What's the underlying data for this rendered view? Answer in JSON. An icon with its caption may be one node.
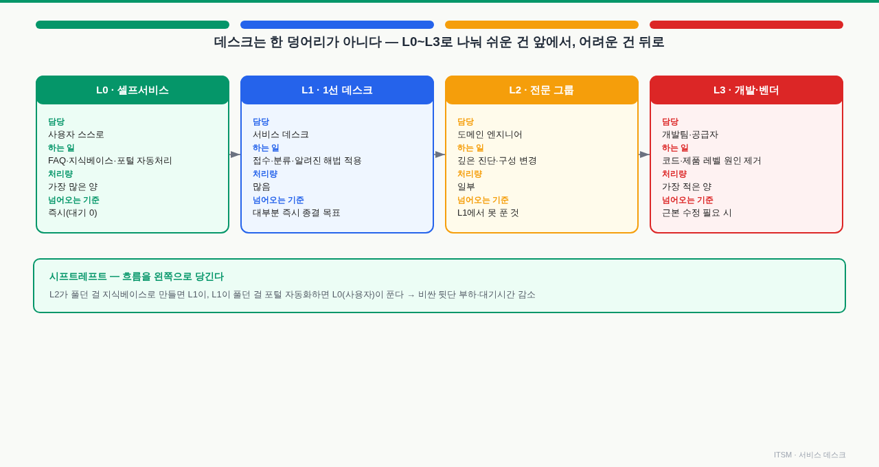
{
  "diagram": {
    "title": "데스크는 한 덩어리가 아니다 — L0~L3로 나눠 쉬운 건 앞에서, 어려운 건 뒤로",
    "nodes": [
      {
        "text": [
          "L0 · 셀프서비스",
          "담당",
          "사용자 스스로",
          "하는 일",
          "FAQ·지식베이스·포털 자동처리",
          "처리량",
          "가장 많은 양",
          "넘어오는 기준",
          "즉시(대기 0)"
        ]
      },
      {
        "text": [
          "L1 · 1선 데스크",
          "담당",
          "서비스 데스크",
          "하는 일",
          "접수·분류·알려진 해법 적용",
          "처리량",
          "많음",
          "넘어오는 기준",
          "대부분 즉시 종결 목표"
        ]
      },
      {
        "text": [
          "L2 · 전문 그룹",
          "담당",
          "도메인 엔지니어",
          "하는 일",
          "깊은 진단·구성 변경",
          "처리량",
          "일부",
          "넘어오는 기준",
          "L1에서 못 푼 것"
        ]
      },
      {
        "text": [
          "L3 · 개발·벤더",
          "담당",
          "개발팀·공급자",
          "하는 일",
          "코드·제품 레벨 원인 제거",
          "처리량",
          "가장 적은 양",
          "넘어오는 기준",
          "근본 수정 필요 시"
        ]
      },
      {
        "text": [
          "시프트레프트 — 흐름을 왼쪽으로 당긴다",
          "L2가 풀던 걸 지식베이스로 만들면 L1이, L1이 풀던 걸 포털 자동화하면 L0(사용자)이 푼다 → 비싼 뒷단 부하·대기시간 감소"
        ]
      }
    ],
    "edges": [
      {
        "from": 0,
        "to": 1,
        "arrow": "to"
      },
      {
        "from": 1,
        "to": 2,
        "arrow": "to"
      },
      {
        "from": 2,
        "to": 3,
        "arrow": "to"
      }
    ],
    "labels": [
      "ITSM · 서비스 데스크"
    ]
  }
}
